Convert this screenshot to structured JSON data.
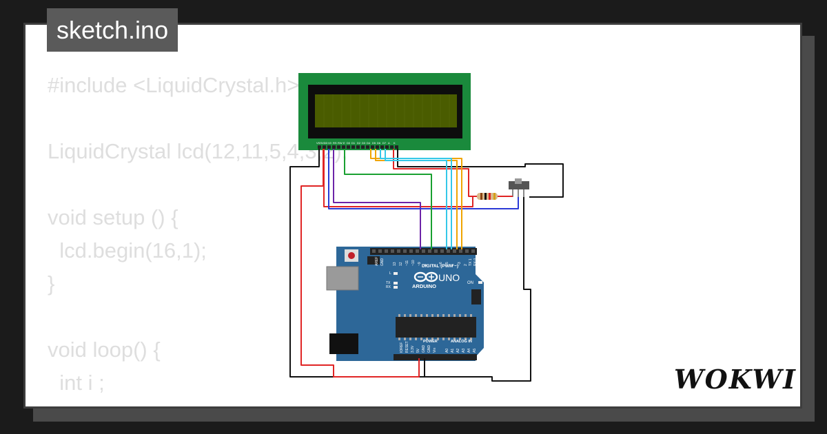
{
  "title": "sketch.ino",
  "code_lines": [
    "#include <LiquidCrystal.h>",
    "",
    "LiquidCrystal lcd(12,11,5,4,3,2);",
    "",
    "void setup () {",
    "  lcd.begin(16,1);",
    "}",
    "",
    "void loop() {",
    "  int i ;"
  ],
  "brand": "WOKWI",
  "arduino": {
    "board_name": "ARDUINO",
    "model": "UNO",
    "digital_label": "DIGITAL (PWM ~)",
    "power_label": "POWER",
    "analog_label": "ANALOG IN",
    "on_label": "ON",
    "led_l": "L",
    "led_tx": "TX",
    "led_rx": "RX",
    "aref": "AREF",
    "gnd": "GND",
    "digital_pins": [
      "13",
      "12",
      "~11",
      "~10",
      "~9",
      "8",
      "7",
      "~6",
      "~5",
      "4",
      "~3",
      "2",
      "TX 1",
      "RX 0"
    ],
    "power_pins": [
      "IOREF",
      "RESET",
      "3.3V",
      "5V",
      "GND",
      "GND",
      "Vin"
    ],
    "analog_pins": [
      "A0",
      "A1",
      "A2",
      "A3",
      "A4",
      "A5"
    ]
  },
  "lcd": {
    "pins": [
      "VSS",
      "VDD",
      "V0",
      "RS",
      "RW",
      "E",
      "D0",
      "D1",
      "D2",
      "D3",
      "D4",
      "D5",
      "D6",
      "D7",
      "A",
      "K"
    ]
  },
  "colors": {
    "background": "#1b1b1b",
    "card": "#ffffff",
    "code_text": "#dedede",
    "pcb_green": "#1a8a3c",
    "lcd_screen": "#4a5c00",
    "arduino_blue": "#2d6798",
    "wire_red": "#e02424",
    "wire_black": "#111111",
    "wire_purple": "#6c23a8",
    "wire_green": "#19a030",
    "wire_cyan": "#33c8e8",
    "wire_orange": "#f0a400",
    "wire_blue": "#2a39d6"
  }
}
